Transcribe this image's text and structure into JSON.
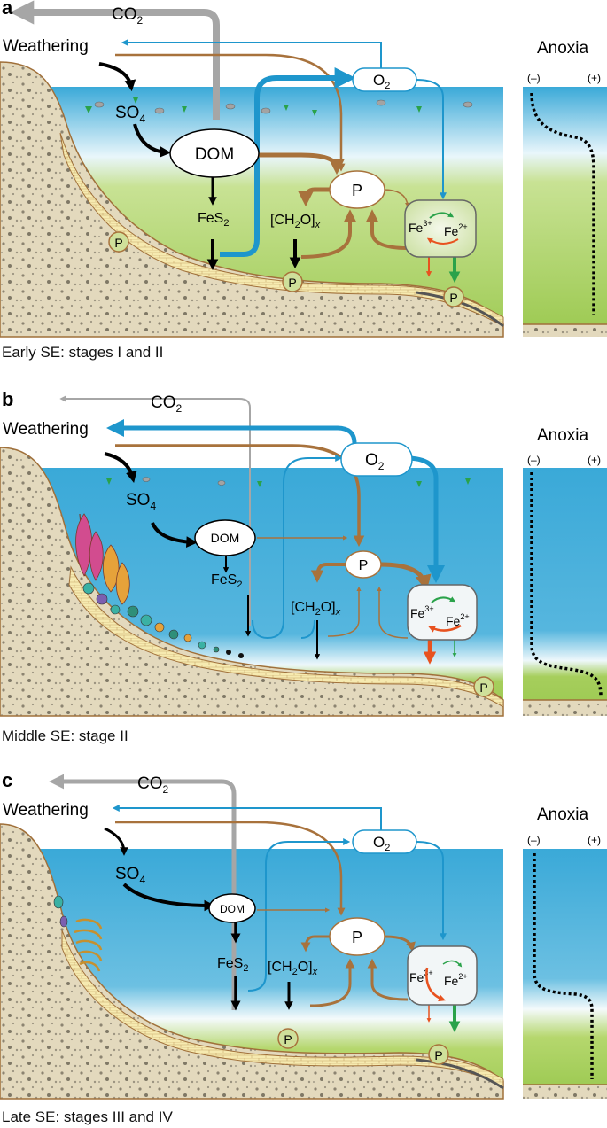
{
  "colors": {
    "water_top": "#3aa9d8",
    "water_green": "#a6ce5c",
    "sediment": "#e3d9bd",
    "shelf": "#f3e7a6",
    "oxygen_arrow": "#1e96cc",
    "phosphorus_arrow": "#a8723c",
    "black_arrow": "#000000",
    "co2_arrow": "#a6a6a6",
    "fe_red": "#e8521f",
    "fe_green": "#2aa24a"
  },
  "panels": [
    {
      "letter": "a",
      "caption": "Early SE: stages I and II",
      "co2": "CO",
      "co2_sub": "2",
      "weathering": "Weathering",
      "so4": "SO",
      "so4_sub": "4",
      "dom": "DOM",
      "o2": "O",
      "o2_sub": "2",
      "p": "P",
      "fes2": "FeS",
      "fes2_sub": "2",
      "ch2o_a": "[CH",
      "ch2o_sub": "2",
      "ch2o_b": "O]",
      "ch2o_x": "x",
      "fe3": "Fe",
      "fe3_sup": "3+",
      "fe2": "Fe",
      "fe2_sup": "2+",
      "sed_p": "P",
      "anoxia_title": "Anoxia",
      "anoxia_minus": "(–)",
      "anoxia_plus": "(+)"
    },
    {
      "letter": "b",
      "caption": "Middle SE: stage II",
      "co2": "CO",
      "co2_sub": "2",
      "weathering": "Weathering",
      "so4": "SO",
      "so4_sub": "4",
      "dom": "DOM",
      "o2": "O",
      "o2_sub": "2",
      "p": "P",
      "fes2": "FeS",
      "fes2_sub": "2",
      "ch2o_a": "[CH",
      "ch2o_sub": "2",
      "ch2o_b": "O]",
      "ch2o_x": "x",
      "fe3": "Fe",
      "fe3_sup": "3+",
      "fe2": "Fe",
      "fe2_sup": "2+",
      "sed_p": "P",
      "anoxia_title": "Anoxia",
      "anoxia_minus": "(–)",
      "anoxia_plus": "(+)"
    },
    {
      "letter": "c",
      "caption": "Late SE: stages III and IV",
      "co2": "CO",
      "co2_sub": "2",
      "weathering": "Weathering",
      "so4": "SO",
      "so4_sub": "4",
      "dom": "DOM",
      "o2": "O",
      "o2_sub": "2",
      "p": "P",
      "fes2": "FeS",
      "fes2_sub": "2",
      "ch2o_a": "[CH",
      "ch2o_sub": "2",
      "ch2o_b": "O]",
      "ch2o_x": "x",
      "fe3": "Fe",
      "fe3_sup": "3+",
      "fe2": "Fe",
      "fe2_sup": "2+",
      "sed_p": "P",
      "anoxia_title": "Anoxia",
      "anoxia_minus": "(–)",
      "anoxia_plus": "(+)"
    }
  ]
}
